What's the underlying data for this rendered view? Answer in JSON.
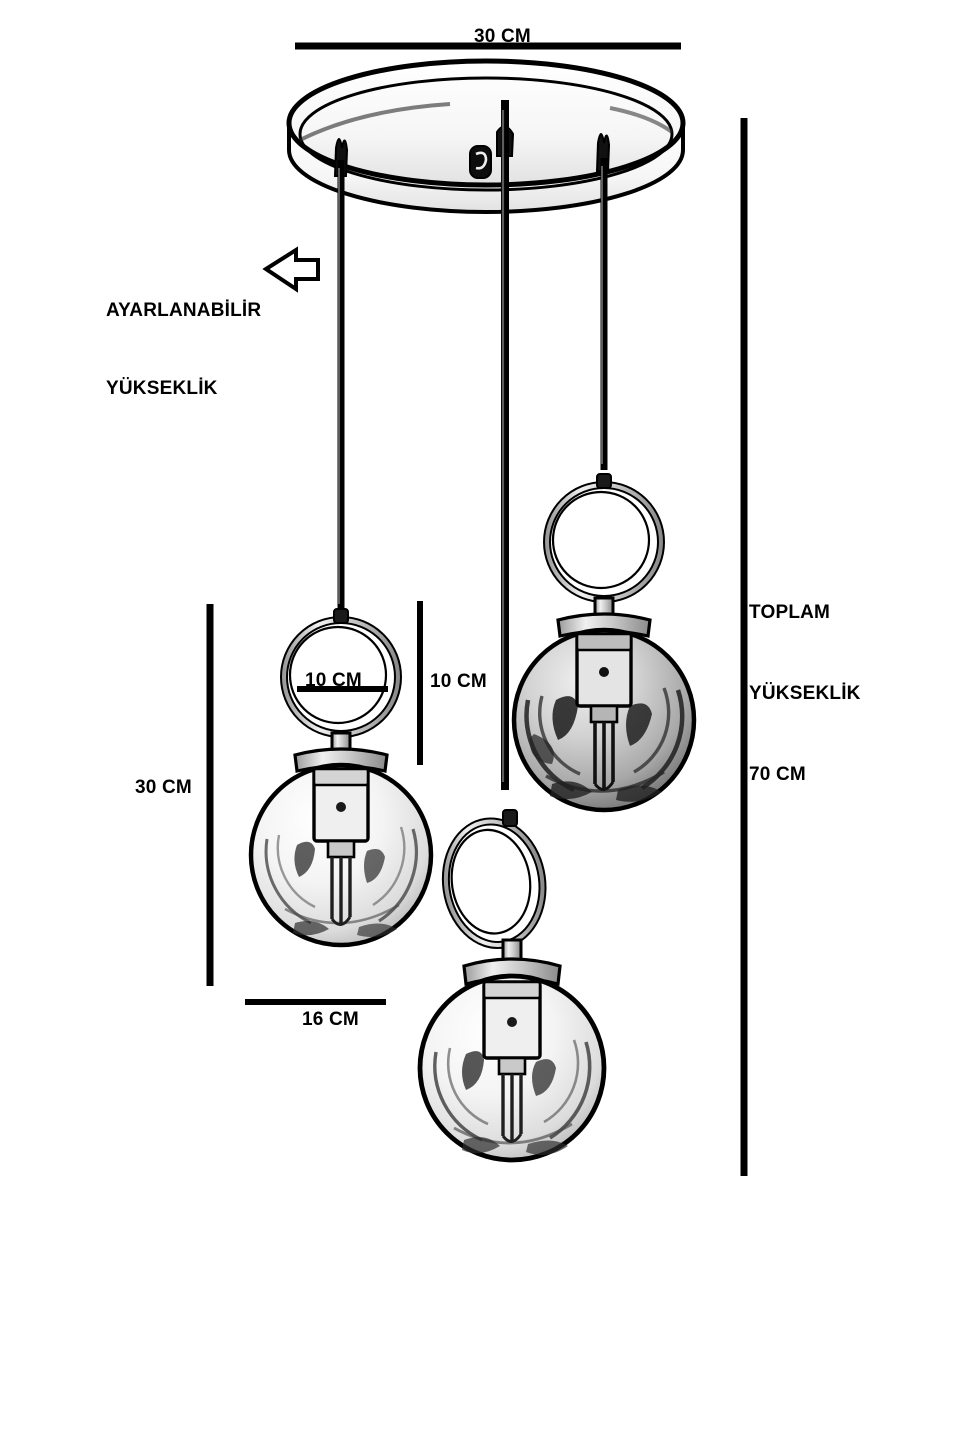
{
  "product": {
    "type": "pendant-ceiling-lamp",
    "shade_count": 3
  },
  "dimensions": {
    "canopy_diameter": "30 CM",
    "ring_width": "10 CM",
    "ring_height": "10 CM",
    "fixture_height": "30 CM",
    "globe_diameter": "16 CM",
    "total_height_line1": "TOPLAM",
    "total_height_line2": "YÜKSEKLİK",
    "total_height_line3": "70 CM"
  },
  "annotations": {
    "adjustable_line1": "AYARLANABİLİR",
    "adjustable_line2": "YÜKSEKLİK",
    "arrow_icon": "arrow-left-icon"
  },
  "colors": {
    "stroke": "#000000",
    "background": "#ffffff",
    "glass_light": "#f2f2f2",
    "glass_mid": "#d8d8d8",
    "glass_dark": "#8e8e8e"
  }
}
